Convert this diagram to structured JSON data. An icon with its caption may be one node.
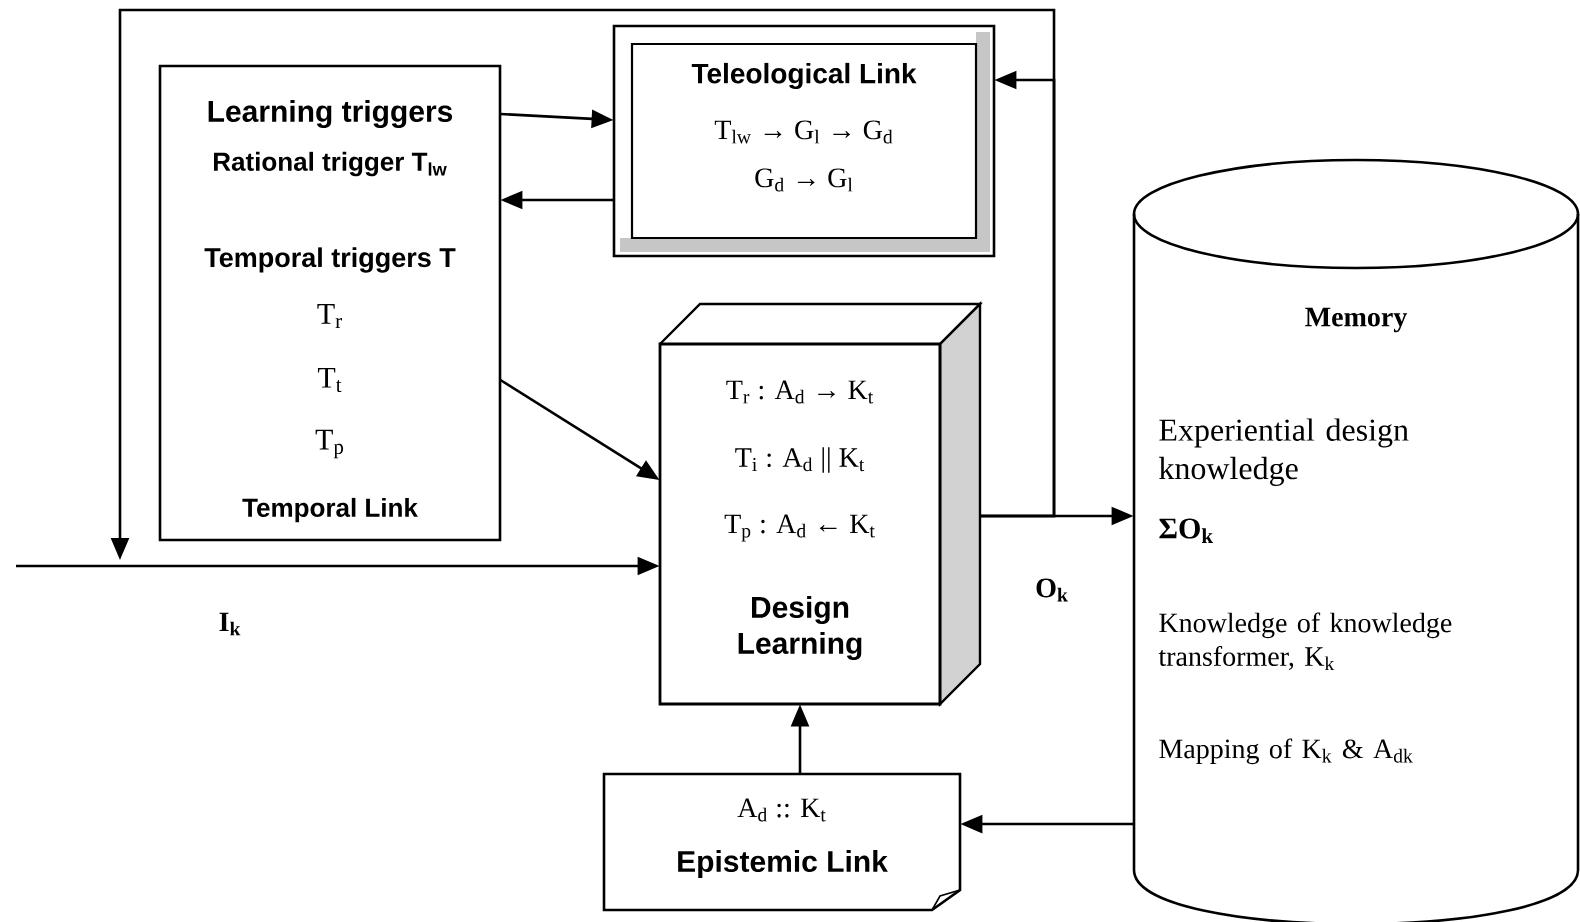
{
  "diagram": {
    "nodes": [
      {
        "text": [
          "Learning triggers",
          "Rational trigger T$_{lw}$",
          "Temporal triggers T",
          "T$_{r}$",
          "T$_{t}$",
          "T$_{p}$",
          "Temporal Link"
        ]
      },
      {
        "text": [
          "Teleological Link",
          "T$_{lw}$ → G$_{l}$ → G$_{d}$",
          "G$_{d}$ → G$_{l}$"
        ]
      },
      {
        "text": [
          "T$_{r}$ : A$_{d}$ → K$_{t}$",
          "T$_{i}$ : A$_{d}$ || K$_{t}$",
          "T$_{p}$ : A$_{d}$ ← K$_{t}$",
          "Design Learning"
        ]
      },
      {
        "text": [
          "Memory",
          "Experiential design knowledge",
          "ΣO$_{k}$",
          "Knowledge of knowledge transformer, K$_{k}$",
          "Mapping of K$_{k}$ & A$_{dk}$"
        ]
      },
      {
        "text": [
          "A$_{d}$ :: K$_{t}$",
          "Epistemic Link"
        ]
      }
    ],
    "edges": [
      {
        "from": null,
        "to": 2,
        "arrow": "to",
        "label": "I$_{k}$"
      },
      {
        "from": 0,
        "to": 1,
        "arrow": "to"
      },
      {
        "from": 1,
        "to": 0,
        "arrow": "to"
      },
      {
        "from": 0,
        "to": 2,
        "arrow": "to"
      },
      {
        "from": 2,
        "to": 3,
        "arrow": "to",
        "label": "O$_{k}$"
      },
      {
        "from": 2,
        "to": 1,
        "arrow": "to"
      },
      {
        "from": 2,
        "to": null,
        "arrow": "to"
      },
      {
        "from": 4,
        "to": 2,
        "arrow": "to"
      },
      {
        "from": 3,
        "to": 4,
        "arrow": "to"
      }
    ]
  }
}
